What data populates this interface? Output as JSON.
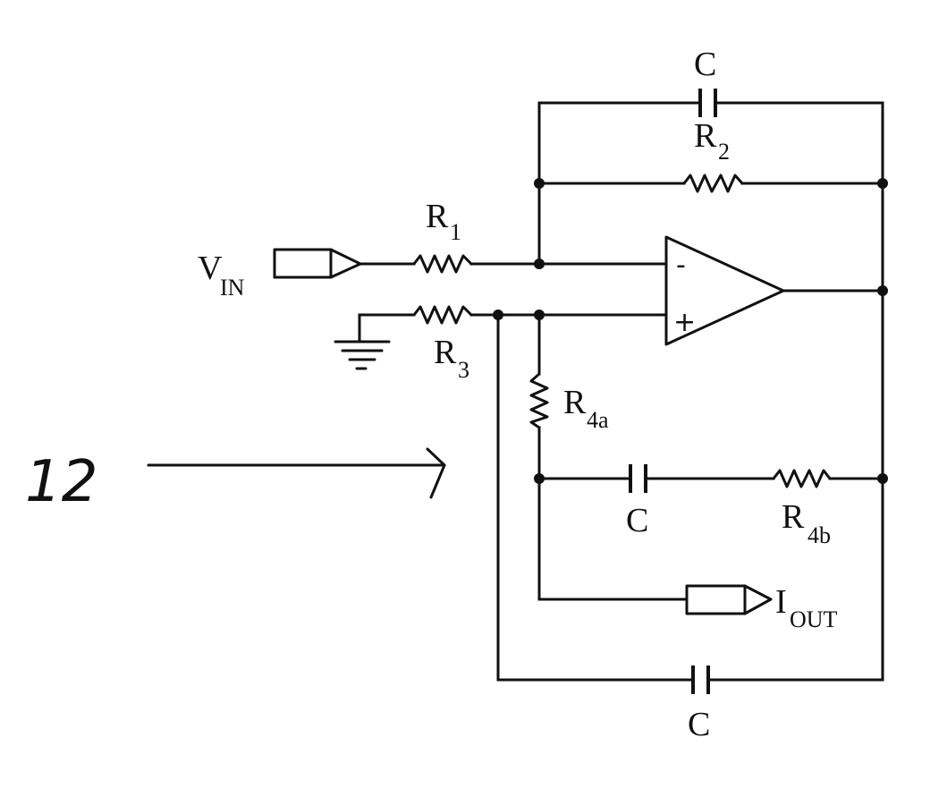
{
  "labels": {
    "vin": {
      "main": "V",
      "sub": "IN"
    },
    "iout": {
      "main": "I",
      "sub": "OUT"
    },
    "r1": {
      "main": "R",
      "sub": "1"
    },
    "r2": {
      "main": "R",
      "sub": "2"
    },
    "r3": {
      "main": "R",
      "sub": "3"
    },
    "r4a": {
      "main": "R",
      "sub": "4a"
    },
    "r4b": {
      "main": "R",
      "sub": "4b"
    },
    "c_top": "C",
    "c_mid": "C",
    "c_bottom": "C"
  },
  "opamp": {
    "minus": "-",
    "plus": "+"
  },
  "reference": {
    "number": "12"
  }
}
